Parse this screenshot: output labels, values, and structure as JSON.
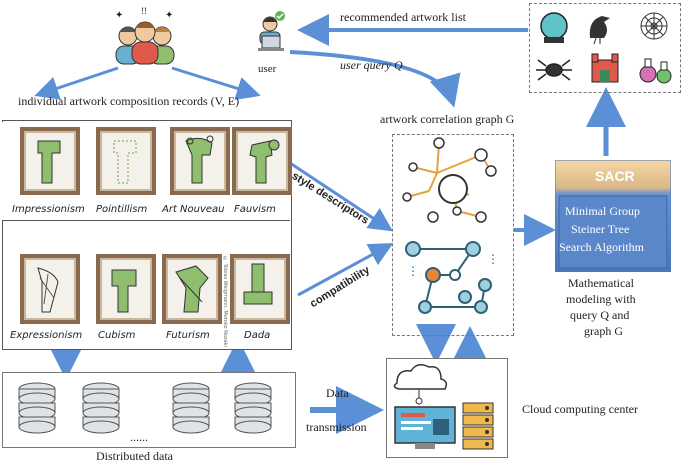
{
  "labels": {
    "user": "user",
    "records": "individual artwork composition records (V, E)",
    "recommended": "recommended artwork list",
    "query": "user query Q",
    "graph": "artwork correlation graph G",
    "style_desc": "style descriptors",
    "compat": "compatibility",
    "distributed": "Distributed data",
    "ellipsis": "......",
    "data_tx_1": "Data",
    "data_tx_2": "transmission",
    "cloud": "Cloud computing center",
    "sacr": "SACR",
    "algo_1": "Minimal Group",
    "algo_2": "Steiner Tree",
    "algo_3": "Search Algorithm",
    "math_1": "Mathematical",
    "math_2": "modeling with",
    "math_3": "query Q and",
    "math_4": "graph G",
    "watermark": "© Tobias Weigmann, Motoko Nozaki"
  },
  "styles_top": [
    "Impressionism",
    "Pointillism",
    "Art Nouveau",
    "Fauvism"
  ],
  "styles_bottom": [
    "Expressionism",
    "Cubism",
    "Futurism",
    "Dada"
  ],
  "icons": [
    "crystal-ball-icon",
    "crow-icon",
    "spider-web-icon",
    "spider-icon",
    "castle-icon",
    "potion-icon"
  ],
  "colors": {
    "arrow": "#5b8fd6",
    "sacr_top": "#f2c98b",
    "sacr_bottom": "#5a87c9",
    "node_orange": "#e8a23a",
    "node_blue": "#9ed0dd",
    "frame": "#8a6a4f",
    "green": "#8fbf6e"
  }
}
